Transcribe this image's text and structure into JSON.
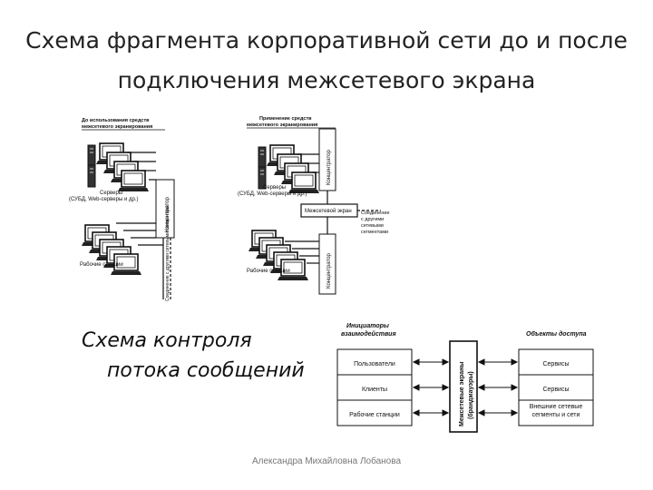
{
  "title": {
    "line1": "Схема фрагмента корпоративной сети до и после",
    "line2": "подключения межсетевого экрана"
  },
  "before": {
    "header_line1": "До использования средств",
    "header_line2": "межсетевого экранирования",
    "servers_line1": "Серверы",
    "servers_line2": "(СУБД, Web-серверы и др.)",
    "concentrator": "Концентратор",
    "workstations": "Рабочие станции",
    "connection": "Соединение с другими сетевыми сегментами"
  },
  "after": {
    "header_line1": "Применение средств",
    "header_line2": "межсетевого экранирования",
    "servers_line1": "Серверы",
    "servers_line2": "(СУБД, Web-серверы и др.)",
    "concentrator_top": "Концентратор",
    "concentrator_bottom": "Концентратор",
    "firewall": "Межсетевой экран",
    "connection_line1": "Соединение",
    "connection_line2": "с другими",
    "connection_line3": "сетевыми",
    "connection_line4": "сегментами",
    "workstations": "Рабочие станции"
  },
  "flow": {
    "subtitle_line1": "Схема контроля",
    "subtitle_line2": "потока сообщений",
    "initiators_line1": "Инициаторы",
    "initiators_line2": "взаимодействия",
    "objects": "Объекты доступа",
    "firewall_line1": "Межсетевые экраны",
    "firewall_line2": "(брандмауэры)",
    "left_items": [
      "Пользователи",
      "Клиенты",
      "Рабочие станции"
    ],
    "right_items": [
      "Сервисы",
      "Сервисы",
      "Внешние сетевые сегменты и сети"
    ]
  },
  "author": "Александра Михайловна Лобанова"
}
